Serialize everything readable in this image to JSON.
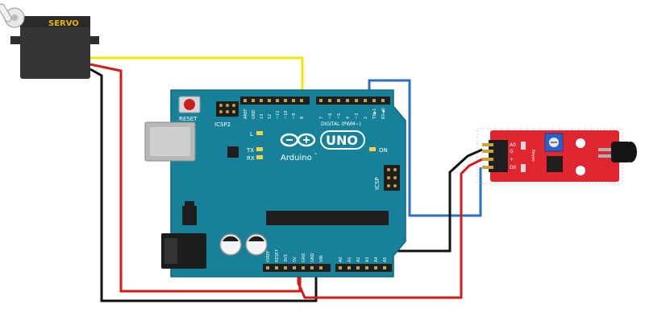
{
  "servo": {
    "label": "SERVO"
  },
  "arduino": {
    "reset_label": "RESET",
    "icsp2_label": "ICSP2",
    "digital_label": "DIGITAL (PWM~)",
    "l_label": "L",
    "tx_label": "TX",
    "rx_label": "RX",
    "on_label": "ON",
    "icsp_label": "ICSP",
    "brand_label": "Arduino",
    "tm_label": "™",
    "model_label": "UNO",
    "top_pins": [
      "AREF",
      "GND",
      "13",
      "12",
      "~11",
      "~10",
      "~9",
      "8",
      "7",
      "~6",
      "~5",
      "4",
      "~3",
      "2",
      "TX▶1",
      "RX◀0"
    ],
    "power_pins": [
      "IOREF",
      "RESET",
      "3V3",
      "5V",
      "GND",
      "GND",
      "VIN"
    ],
    "analog_pins": [
      "A0",
      "A1",
      "A2",
      "A3",
      "A4",
      "A5"
    ]
  },
  "sensor": {
    "pins": [
      "A0",
      "G",
      "+",
      "D0"
    ],
    "chip_label": "Keyes"
  },
  "wire_colors": {
    "signal": "#f2e600",
    "power": "#d41a1a",
    "ground": "#111111",
    "data": "#2f6fc0"
  }
}
